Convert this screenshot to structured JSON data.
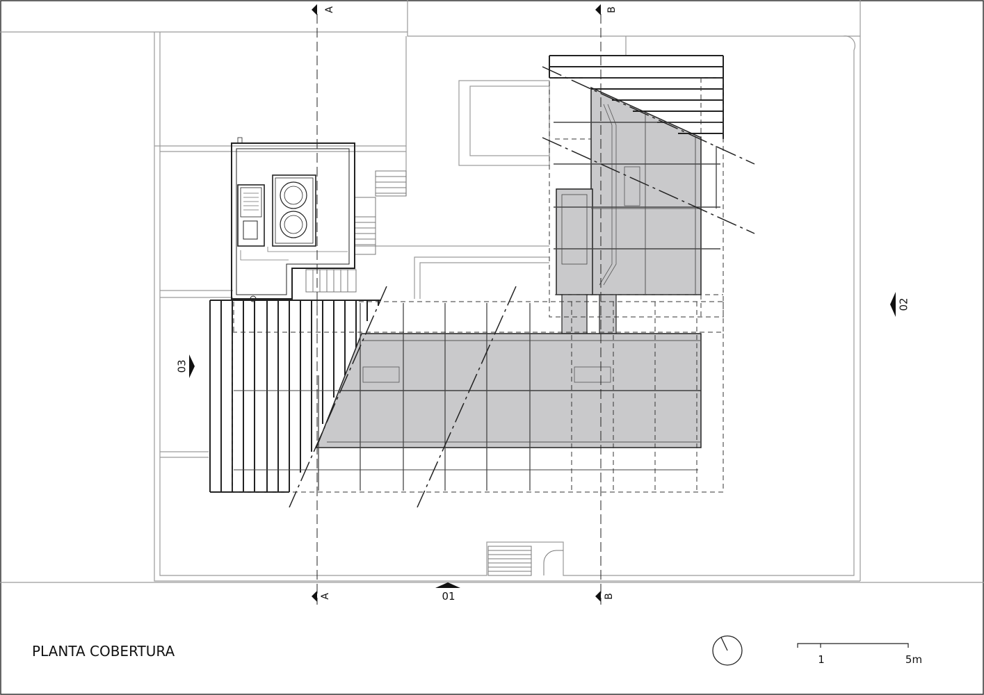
{
  "drawing": {
    "title": "PLANTA COBERTURA"
  },
  "sections": {
    "a": "A",
    "b": "B"
  },
  "elevations": {
    "e01": "01",
    "e02": "02",
    "e03": "03"
  },
  "scale": {
    "label_1": "1",
    "label_5": "5m"
  },
  "icons": {
    "north": "north-arrow-icon",
    "section": "section-marker-icon",
    "elevation": "elevation-arrow-icon"
  },
  "colors": {
    "line": "#222222",
    "thin_line": "#9a9a9a",
    "roof_fill": "#c9c9cb",
    "background": "#ffffff"
  }
}
